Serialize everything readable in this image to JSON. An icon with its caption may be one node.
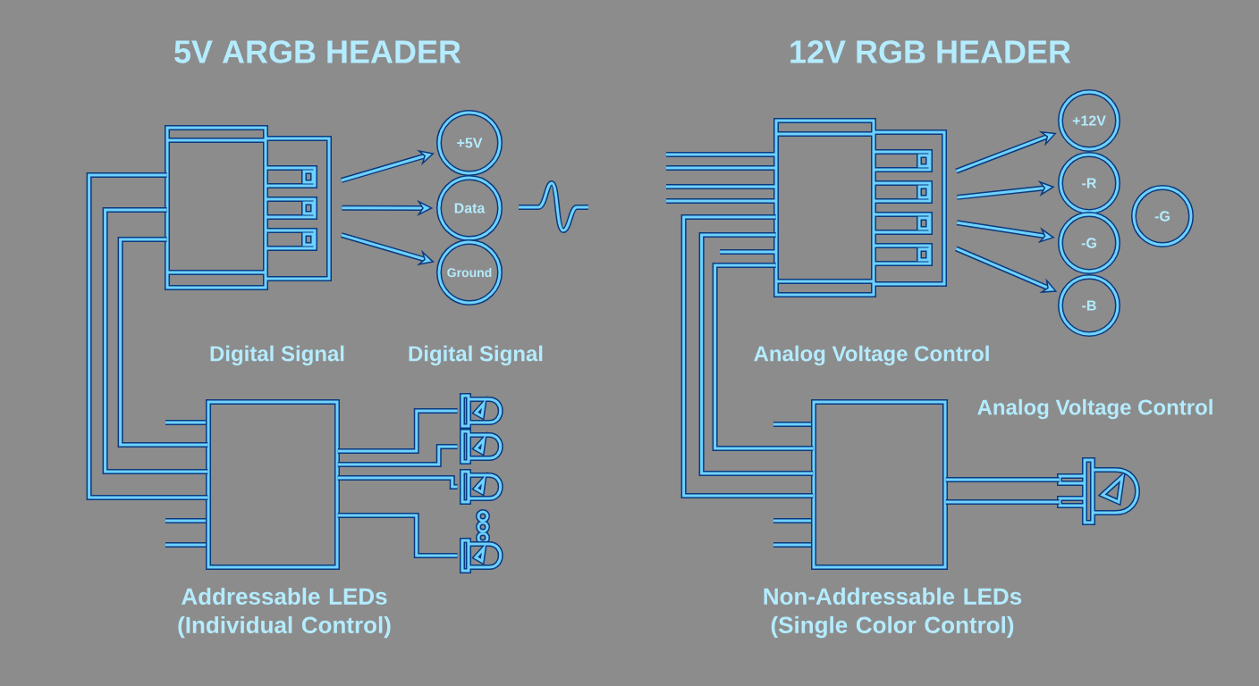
{
  "diagram": {
    "nodes": [
      {
        "text": [],
        "shape": "picture"
      },
      {
        "text": [
          "+5V"
        ]
      },
      {
        "text": [
          "Data"
        ]
      },
      {
        "text": [
          "Ground"
        ]
      },
      {
        "text": [],
        "shape": "box",
        "beside": [
          "Addressable LEDs (Individual Control)"
        ]
      },
      {
        "text": [],
        "shape": "picture"
      },
      {
        "text": [],
        "shape": "picture"
      },
      {
        "text": [],
        "shape": "picture"
      },
      {
        "text": [],
        "shape": "picture"
      },
      {
        "text": [],
        "shape": "picture"
      },
      {
        "text": [
          "+12V"
        ]
      },
      {
        "text": [
          "-R"
        ]
      },
      {
        "text": [
          "-G"
        ]
      },
      {
        "text": [
          "-B"
        ]
      },
      {
        "text": [
          "-G"
        ]
      },
      {
        "text": [],
        "shape": "box",
        "beside": [
          "Non-Addressable LEDs (Single Color Control)"
        ]
      },
      {
        "text": [],
        "shape": "picture"
      }
    ],
    "edges": [
      {
        "from": 0,
        "to": 1,
        "arrow": "to"
      },
      {
        "from": 0,
        "to": 2,
        "arrow": "to"
      },
      {
        "from": 0,
        "to": 3,
        "arrow": "to"
      },
      {
        "from": 0,
        "to": 4,
        "arrow": "none"
      },
      {
        "from": 0,
        "to": 4,
        "arrow": "none"
      },
      {
        "from": 0,
        "to": 4,
        "arrow": "none"
      },
      {
        "from": 4,
        "to": 5,
        "arrow": "none"
      },
      {
        "from": 4,
        "to": 6,
        "arrow": "none"
      },
      {
        "from": 4,
        "to": 7,
        "arrow": "none"
      },
      {
        "from": 4,
        "to": 8,
        "arrow": "none"
      },
      {
        "from": 9,
        "to": 10,
        "arrow": "to"
      },
      {
        "from": 9,
        "to": 11,
        "arrow": "to"
      },
      {
        "from": 9,
        "to": 12,
        "arrow": "to"
      },
      {
        "from": 9,
        "to": 13,
        "arrow": "to"
      },
      {
        "from": 9,
        "to": 15,
        "arrow": "none"
      },
      {
        "from": 9,
        "to": 15,
        "arrow": "none"
      },
      {
        "from": 9,
        "to": 15,
        "arrow": "none"
      },
      {
        "from": 15,
        "to": 16,
        "arrow": "none"
      },
      {
        "from": 15,
        "to": 16,
        "arrow": "none"
      }
    ],
    "labels": [
      "5V ARGB HEADER",
      "12V RGB HEADER",
      "Digital Signal",
      "Digital Signal",
      "Analog Voltage Control",
      "Analog Voltage Control"
    ]
  }
}
